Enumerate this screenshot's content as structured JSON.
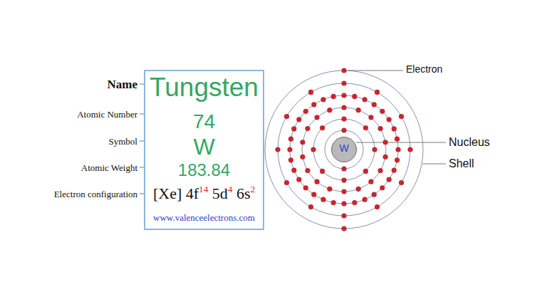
{
  "diagram": {
    "nodes": [
      {
        "text": [
          "Tungsten",
          "74",
          "W",
          "183.84",
          "[Xe] 4f14 5d4 6s2",
          "www.valenceelectrons.com"
        ]
      },
      {
        "text": [
          "W"
        ]
      }
    ],
    "labels": [
      "Name",
      "Atomic Number",
      "Symbol",
      "Atomic Weight",
      "Electron configuration",
      "Electron",
      "Nucleus",
      "Shell"
    ]
  }
}
